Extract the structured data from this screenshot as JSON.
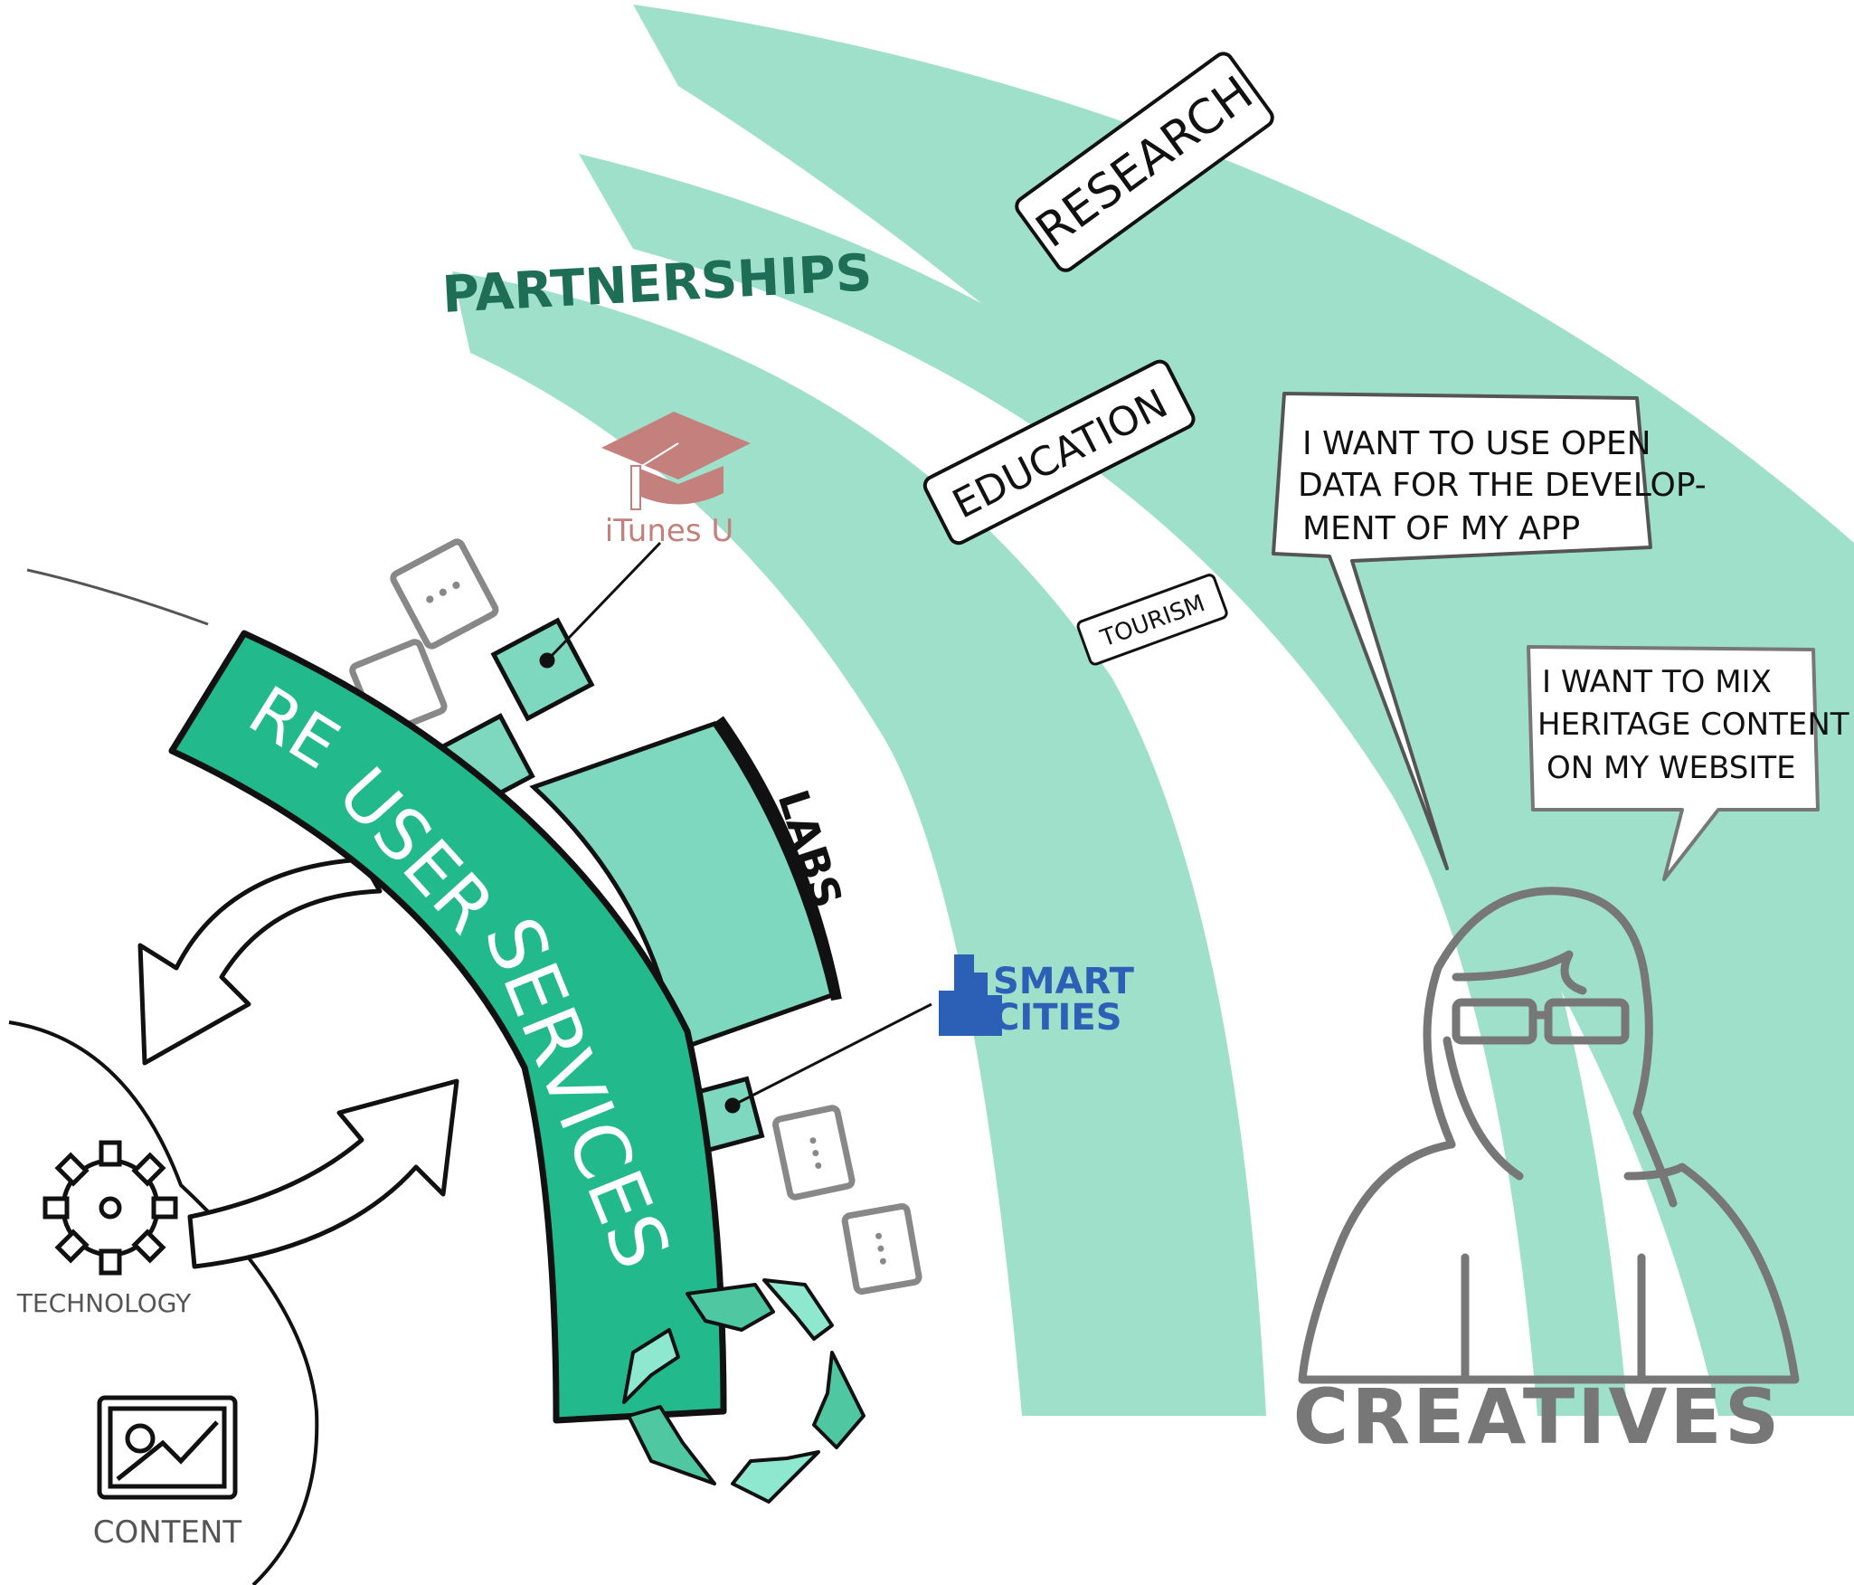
{
  "colors": {
    "band": "#9fe0cb",
    "band_dark": "#22b98c",
    "lab_fill": "#7dd8bf",
    "outline": "#111111",
    "partnerships_text": "#1e6e55",
    "itunes_cap": "#c4807c",
    "smart_cities": "#2c5fb6",
    "gray": "#777777"
  },
  "labels": {
    "partnerships": "PARTNERSHIPS",
    "research": "RESEARCH",
    "education": "EDUCATION",
    "tourism": "TOURISM",
    "labs": "LABS",
    "reuser_re": "RE",
    "reuser_user": "USER",
    "reuser_services": "SERVICES",
    "itunes": "iTunes U",
    "smart_cities_line1": "SMART",
    "smart_cities_line2": "CITIES",
    "technology": "TECHNOLOGY",
    "content": "CONTENT",
    "creatives": "CREATIVES"
  },
  "speech": {
    "bubble1": [
      "I WANT TO USE OPEN",
      "DATA FOR THE DEVELOP-",
      "MENT OF MY APP"
    ],
    "bubble2": [
      "I WANT TO MIX",
      "HERITAGE CONTENT",
      "ON MY WEBSITE"
    ]
  },
  "icons": {
    "graduation": "graduation-cap-icon",
    "city": "city-skyline-icon",
    "gear": "gear-icon",
    "image": "image-icon",
    "recycle": "recycle-icon",
    "person": "person-with-glasses-icon"
  }
}
